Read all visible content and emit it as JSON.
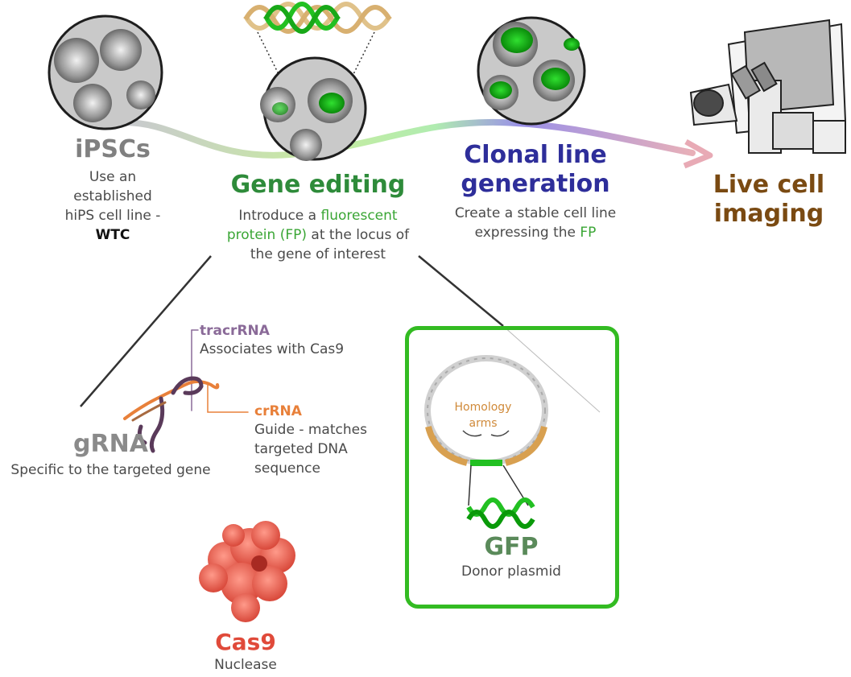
{
  "stages": {
    "ipscs": {
      "title": "iPSCs",
      "desc_line1": "Use an established",
      "desc_line2": "hiPS cell line - ",
      "desc_bold": "WTC"
    },
    "gene_editing": {
      "title": "Gene editing",
      "line1_a": "Introduce a ",
      "line1_b": "fluorescent",
      "line2_a": "protein (FP)",
      "line2_b": " at the locus of",
      "line3": "the gene of interest"
    },
    "clonal": {
      "title_line1": "Clonal line",
      "title_line2": "generation",
      "desc_line1": "Create a stable cell line",
      "desc_line2_a": "expressing the ",
      "desc_line2_b": "FP"
    },
    "live": {
      "title_line1": "Live cell",
      "title_line2": "imaging"
    }
  },
  "grna": {
    "title": "gRNA",
    "desc": "Specific to the targeted gene",
    "tracrrna_label": "tracrRNA",
    "tracrrna_desc": "Associates with Cas9",
    "crrna_label": "crRNA",
    "crrna_desc_line1": "Guide - matches",
    "crrna_desc_line2": "targeted DNA",
    "crrna_desc_line3": "sequence"
  },
  "cas9": {
    "title": "Cas9",
    "desc": "Nuclease"
  },
  "donor": {
    "homology_line1": "Homology",
    "homology_line2": "arms",
    "gfp_title": "GFP",
    "desc": "Donor plasmid"
  },
  "colors": {
    "ipscs": "#808080",
    "gene_editing": "#2e8b3a",
    "clonal": "#2e2e9a",
    "live": "#7a4a12",
    "fluorescent": "#3aa635",
    "tracrrna": "#8a6a98",
    "crrna": "#e8803a",
    "cas9": "#e04a3a",
    "gfp": "#5a8a5a",
    "box_border": "#33bb22"
  }
}
